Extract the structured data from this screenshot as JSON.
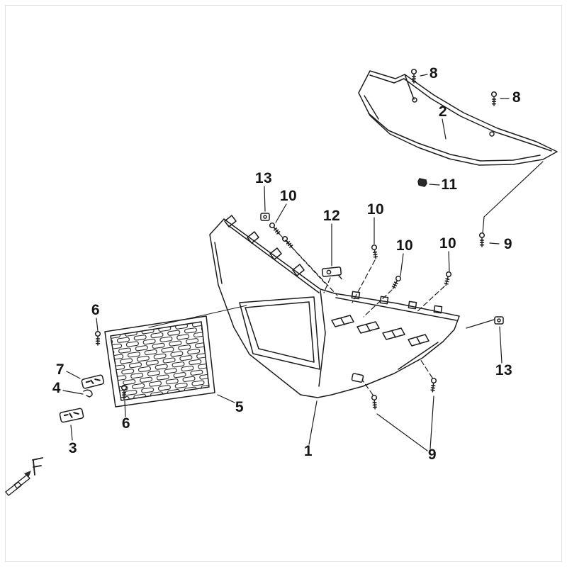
{
  "figure": {
    "type": "exploded-parts-diagram",
    "colors": {
      "line": "#1c1c1c",
      "background": "#ffffff"
    }
  },
  "callouts": {
    "c1": {
      "label": "1"
    },
    "c2": {
      "label": "2"
    },
    "c3": {
      "label": "3"
    },
    "c4": {
      "label": "4"
    },
    "c5": {
      "label": "5"
    },
    "c6a": {
      "label": "6"
    },
    "c6b": {
      "label": "6"
    },
    "c7": {
      "label": "7"
    },
    "c8a": {
      "label": "8"
    },
    "c8b": {
      "label": "8"
    },
    "c9a": {
      "label": "9"
    },
    "c9b": {
      "label": "9"
    },
    "c10a": {
      "label": "10"
    },
    "c10b": {
      "label": "10"
    },
    "c10c": {
      "label": "10"
    },
    "c10d": {
      "label": "10"
    },
    "c11": {
      "label": "11"
    },
    "c12": {
      "label": "12"
    },
    "c13a": {
      "label": "13"
    },
    "c13b": {
      "label": "13"
    }
  }
}
